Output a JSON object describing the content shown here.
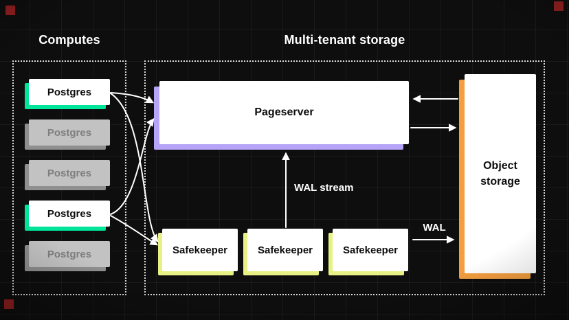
{
  "headings": {
    "computes": "Computes",
    "storage": "Multi-tenant storage"
  },
  "computes": {
    "items": [
      {
        "label": "Postgres",
        "state": "active"
      },
      {
        "label": "Postgres",
        "state": "inactive"
      },
      {
        "label": "Postgres",
        "state": "inactive"
      },
      {
        "label": "Postgres",
        "state": "active"
      },
      {
        "label": "Postgres",
        "state": "inactive"
      }
    ]
  },
  "storage": {
    "pageserver_label": "Pageserver",
    "safekeepers": [
      {
        "label": "Safekeeper"
      },
      {
        "label": "Safekeeper"
      },
      {
        "label": "Safekeeper"
      }
    ],
    "object_storage_label": "Object storage",
    "wal_stream_label": "WAL stream",
    "wal_label": "WAL"
  },
  "colors": {
    "bg": "#0e0e0e",
    "accent_green": "#00e599",
    "accent_purple": "#b5a4f8",
    "accent_yellow": "#e8f284",
    "accent_orange": "#f49e40",
    "accent_red": "#911f1f",
    "arrow": "#ffffff"
  }
}
